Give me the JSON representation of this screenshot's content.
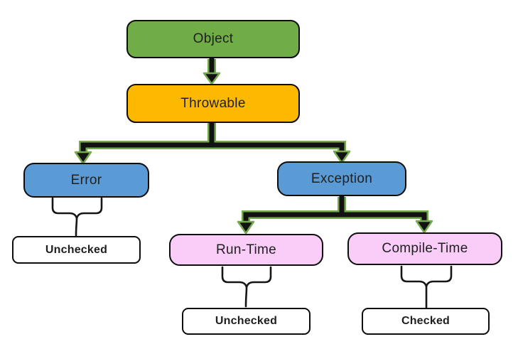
{
  "diagram": {
    "description": "Java exception class hierarchy flowchart",
    "nodes": {
      "object": {
        "label": "Object",
        "fill": "#70AD47"
      },
      "throwable": {
        "label": "Throwable",
        "fill": "#FCB900"
      },
      "error": {
        "label": "Error",
        "fill": "#5B9BD5"
      },
      "exception": {
        "label": "Exception",
        "fill": "#5B9BD5"
      },
      "run_time": {
        "label": "Run-Time",
        "fill": "#FACDF9"
      },
      "compile_time": {
        "label": "Compile-Time",
        "fill": "#FACDF9"
      },
      "error_category": {
        "label": "Unchecked",
        "fill": "#FFFFFF"
      },
      "run_time_category": {
        "label": "Unchecked",
        "fill": "#FFFFFF"
      },
      "compile_time_category": {
        "label": "Checked",
        "fill": "#FFFFFF"
      }
    },
    "edges": [
      {
        "from": "Object",
        "to": "Throwable",
        "type": "arrow"
      },
      {
        "from": "Throwable",
        "to": "Error",
        "type": "arrow"
      },
      {
        "from": "Throwable",
        "to": "Exception",
        "type": "arrow"
      },
      {
        "from": "Exception",
        "to": "Run-Time",
        "type": "arrow"
      },
      {
        "from": "Exception",
        "to": "Compile-Time",
        "type": "arrow"
      },
      {
        "from": "Error",
        "to": "Unchecked",
        "type": "brace"
      },
      {
        "from": "Run-Time",
        "to": "Unchecked",
        "type": "brace"
      },
      {
        "from": "Compile-Time",
        "to": "Checked",
        "type": "brace"
      }
    ]
  },
  "colors": {
    "background": "#FFFFFF",
    "node_border": "#0D0D0D",
    "arrow_core": "#121212",
    "arrow_outline": "#74A94E",
    "brace_color": "#161616",
    "text_color": "#1F1F1F"
  }
}
